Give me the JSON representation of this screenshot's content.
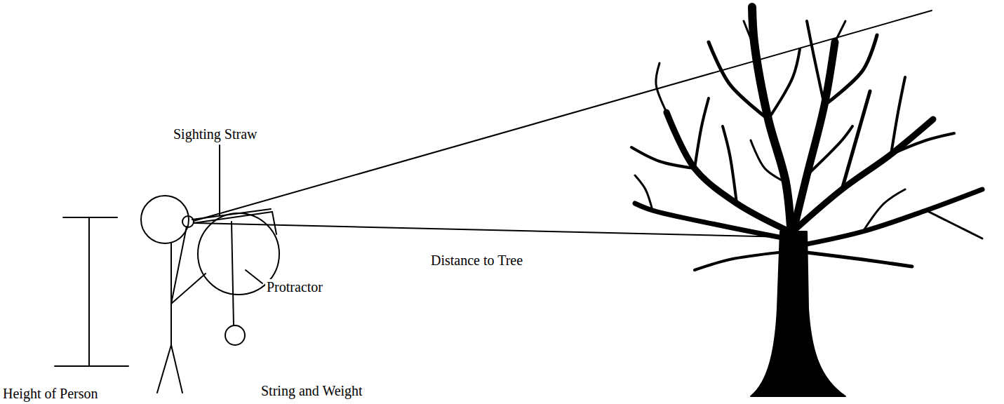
{
  "diagram": {
    "labels": [
      "Sighting Straw",
      "Protractor",
      "Distance to Tree",
      "String and Weight",
      "Height of Person"
    ]
  }
}
